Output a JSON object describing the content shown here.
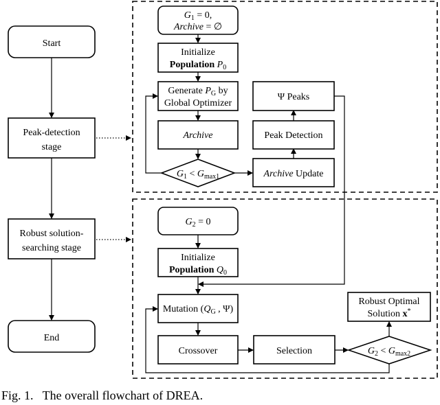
{
  "left": {
    "start": "Start",
    "peak_stage_line1": "Peak-detection",
    "peak_stage_line2": "stage",
    "robust_stage_line1": "Robust solution-",
    "robust_stage_line2": "searching stage",
    "end": "End"
  },
  "peak_block": {
    "init_g1": "G",
    "init_g1_sub": "1",
    "init_g1_rest": " = 0,",
    "init_archive": "Archive",
    "init_archive_rest": " = ∅",
    "initialize": "Initialize",
    "population": "Population ",
    "population_var": "P",
    "population_sub": "0",
    "generate_line1": "Generate ",
    "generate_var": "P",
    "generate_sub": "G",
    "generate_rest": " by",
    "generate_line2": "Global Optimizer",
    "archive": "Archive",
    "cond_var": "G",
    "cond_sub": "1",
    "cond_lt": " < ",
    "cond_max": "G",
    "cond_max_sub": "max1",
    "psi_peaks": "Ψ Peaks",
    "peak_detection": "Peak Detection",
    "archive_update_var": "Archive",
    "archive_update_rest": " Update"
  },
  "robust_block": {
    "init_g2": "G",
    "init_g2_sub": "2",
    "init_g2_rest": " = 0",
    "initialize": "Initialize",
    "population": "Population ",
    "population_var": "Q",
    "population_sub": "0",
    "mutation": "Mutation (",
    "mutation_var": "Q",
    "mutation_sub": "G",
    "mutation_rest": " , Ψ)",
    "crossover": "Crossover",
    "selection": "Selection",
    "cond_var": "G",
    "cond_sub": "2",
    "cond_lt": " < ",
    "cond_max": "G",
    "cond_max_sub": "max2",
    "robust_line1": "Robust Optimal",
    "robust_line2": "Solution ",
    "robust_x": "x",
    "robust_star": "*"
  },
  "caption": "Fig. 1.   The overall flowchart of DREA."
}
